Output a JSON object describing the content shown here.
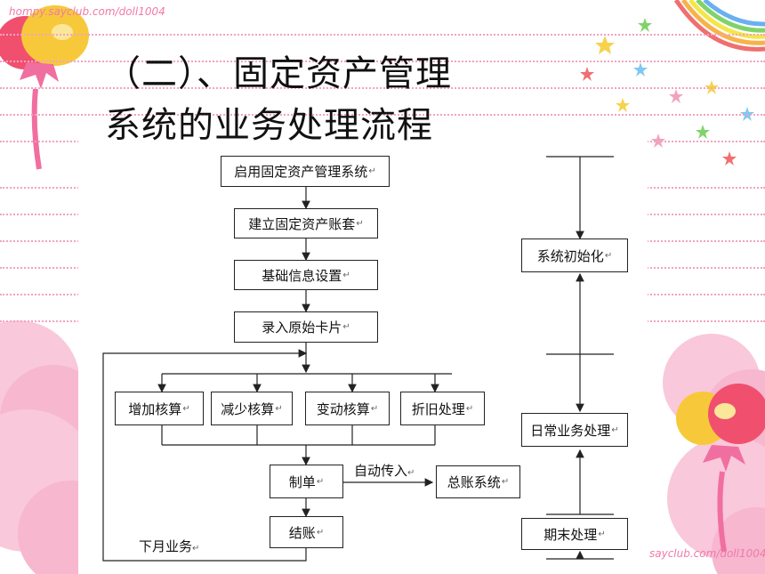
{
  "title": {
    "line1": "（二）、固定资产管理",
    "line2": "系统的业务处理流程"
  },
  "watermarks": {
    "top": "hompy.sayclub.com/doll1004",
    "bottom": "sayclub.com/doll1004"
  },
  "flow": {
    "start": "启用固定资产管理系统",
    "setup_books": "建立固定资产账套",
    "basic_info": "基础信息设置",
    "cards": "录入原始卡片",
    "add": "增加核算",
    "reduce": "减少核算",
    "change": "变动核算",
    "depreciation": "折旧处理",
    "voucher": "制单",
    "auto_transfer": "自动传入",
    "ledger": "总账系统",
    "close": "结账",
    "next_month": "下月业务"
  },
  "phases": {
    "init": "系统初始化",
    "daily": "日常业务处理",
    "period_end": "期末处理"
  },
  "return_mark": "↵",
  "colors": {
    "dotted_lines": "#f2a2c4",
    "balloon_yellow": "#f7c93a",
    "balloon_red": "#f0506e",
    "heart_pink": "#f7b7cf"
  }
}
